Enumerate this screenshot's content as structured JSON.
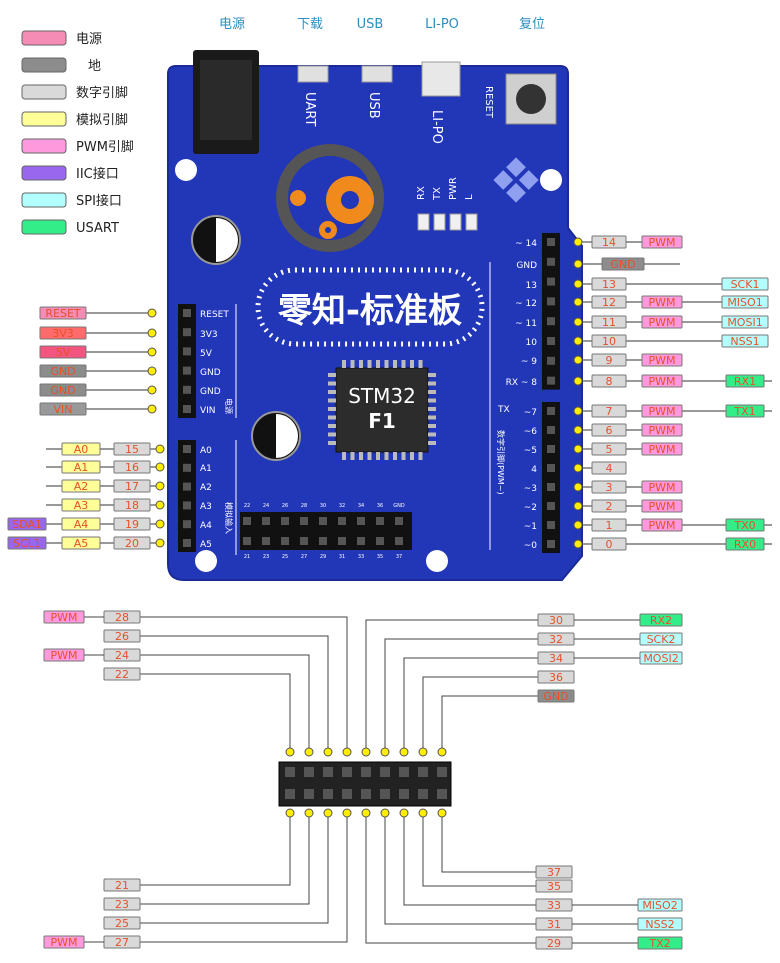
{
  "legend": [
    {
      "color": "#f58cb6",
      "label": "电源"
    },
    {
      "color": "#8c8c8c",
      "label": "地"
    },
    {
      "color": "#d9d9d9",
      "label": "数字引脚"
    },
    {
      "color": "#ffff99",
      "label": "模拟引脚"
    },
    {
      "color": "#ff99dd",
      "label": "PWM引脚"
    },
    {
      "color": "#9966ee",
      "label": "IIC接口"
    },
    {
      "color": "#b3ffff",
      "label": "SPI接口"
    },
    {
      "color": "#33ee88",
      "label": "USART"
    }
  ],
  "top_labels": [
    "电源",
    "下载",
    "USB",
    "LI-PO",
    "复位"
  ],
  "board": {
    "title": "零知-标准板",
    "chip_line1": "STM32",
    "chip_line2": "F1",
    "port_labels": [
      "UART",
      "USB",
      "LI-PO",
      "RESET"
    ],
    "led_labels": [
      "RX",
      "TX",
      "PWR",
      "L"
    ],
    "power_header_title": "电源",
    "analog_header_title": "模拟输入",
    "digital_header_title": "数字引脚(PWM~)",
    "power_pins": [
      "RESET",
      "3V3",
      "5V",
      "GND",
      "GND",
      "VIN"
    ],
    "analog_pins": [
      "A0",
      "A1",
      "A2",
      "A3",
      "A4",
      "A5"
    ],
    "right_pins": [
      "~ 14",
      "GND",
      "13",
      "~ 12",
      "~ 11",
      "10",
      "~ 9",
      "RX ~ 8",
      "~7",
      "~6",
      "~5",
      "4",
      "~3",
      "~2",
      "~1",
      "~0"
    ],
    "tx_label": "TX",
    "bottom_header_top": [
      "22",
      "24",
      "26",
      "28",
      "30",
      "32",
      "34",
      "36",
      "GND"
    ],
    "bottom_header_bottom": [
      "21",
      "23",
      "25",
      "27",
      "29",
      "31",
      "33",
      "35",
      "37"
    ]
  },
  "left_power_tags": [
    {
      "text": "RESET",
      "color": "#f58cb6"
    },
    {
      "text": "3V3",
      "color": "#ff6b6b"
    },
    {
      "text": "5V",
      "color": "#f25580"
    },
    {
      "text": "GND",
      "color": "#8c8c8c"
    },
    {
      "text": "GND",
      "color": "#8c8c8c"
    },
    {
      "text": "VIN",
      "color": "#999999"
    }
  ],
  "left_analog_rows": [
    {
      "num": "15",
      "a": "A0",
      "extra": ""
    },
    {
      "num": "16",
      "a": "A1",
      "extra": ""
    },
    {
      "num": "17",
      "a": "A2",
      "extra": ""
    },
    {
      "num": "18",
      "a": "A3",
      "extra": ""
    },
    {
      "num": "19",
      "a": "A4",
      "extra": "SDA1"
    },
    {
      "num": "20",
      "a": "A5",
      "extra": "SCL1"
    }
  ],
  "right_rows": [
    {
      "num": "14",
      "tags": [
        {
          "text": "PWM",
          "color": "#ff99dd"
        }
      ]
    },
    {
      "num": "",
      "tags": [
        {
          "text": "GND",
          "color": "#8c8c8c"
        }
      ]
    },
    {
      "num": "13",
      "tags": [
        {
          "text": "SCK1",
          "color": "#b3ffff",
          "col": "far"
        }
      ]
    },
    {
      "num": "12",
      "tags": [
        {
          "text": "PWM",
          "color": "#ff99dd"
        },
        {
          "text": "MISO1",
          "color": "#b3ffff",
          "col": "far"
        }
      ]
    },
    {
      "num": "11",
      "tags": [
        {
          "text": "PWM",
          "color": "#ff99dd"
        },
        {
          "text": "MOSI1",
          "color": "#b3ffff",
          "col": "far"
        }
      ]
    },
    {
      "num": "10",
      "tags": [
        {
          "text": "NSS1",
          "color": "#b3ffff",
          "col": "far"
        }
      ]
    },
    {
      "num": "9",
      "tags": [
        {
          "text": "PWM",
          "color": "#ff99dd"
        }
      ]
    },
    {
      "num": "8",
      "tags": [
        {
          "text": "PWM",
          "color": "#ff99dd"
        },
        {
          "text": "RX1",
          "color": "#33ee88",
          "col": "far2"
        }
      ]
    },
    {
      "num": "7",
      "tags": [
        {
          "text": "PWM",
          "color": "#ff99dd"
        },
        {
          "text": "TX1",
          "color": "#33ee88",
          "col": "far2"
        }
      ]
    },
    {
      "num": "6",
      "tags": [
        {
          "text": "PWM",
          "color": "#ff99dd"
        }
      ]
    },
    {
      "num": "5",
      "tags": [
        {
          "text": "PWM",
          "color": "#ff99dd"
        }
      ]
    },
    {
      "num": "4",
      "tags": []
    },
    {
      "num": "3",
      "tags": [
        {
          "text": "PWM",
          "color": "#ff99dd"
        }
      ]
    },
    {
      "num": "2",
      "tags": [
        {
          "text": "PWM",
          "color": "#ff99dd"
        }
      ]
    },
    {
      "num": "1",
      "tags": [
        {
          "text": "PWM",
          "color": "#ff99dd"
        },
        {
          "text": "TX0",
          "color": "#33ee88",
          "col": "far2"
        }
      ]
    },
    {
      "num": "0",
      "tags": [
        {
          "text": "RX0",
          "color": "#33ee88",
          "col": "far2"
        }
      ]
    }
  ],
  "ext_top_left": [
    {
      "num": "28",
      "tag": {
        "text": "PWM",
        "color": "#ff99dd"
      }
    },
    {
      "num": "26",
      "tag": null
    },
    {
      "num": "24",
      "tag": {
        "text": "PWM",
        "color": "#ff99dd"
      }
    },
    {
      "num": "22",
      "tag": null
    }
  ],
  "ext_top_right": [
    {
      "num": "30",
      "tag": {
        "text": "RX2",
        "color": "#33ee88"
      }
    },
    {
      "num": "32",
      "tag": {
        "text": "SCK2",
        "color": "#b3ffff"
      }
    },
    {
      "num": "34",
      "tag": {
        "text": "MOSI2",
        "color": "#b3ffff"
      }
    },
    {
      "num": "36",
      "tag": null
    },
    {
      "num": "GND",
      "tag": null,
      "gray": true
    }
  ],
  "ext_bottom_left": [
    {
      "num": "21",
      "tag": null
    },
    {
      "num": "23",
      "tag": null
    },
    {
      "num": "25",
      "tag": null
    },
    {
      "num": "27",
      "tag": {
        "text": "PWM",
        "color": "#ff99dd"
      }
    }
  ],
  "ext_bottom_right": [
    {
      "num": "37",
      "tag": null
    },
    {
      "num": "35",
      "tag": null
    },
    {
      "num": "33",
      "tag": {
        "text": "MISO2",
        "color": "#b3ffff"
      }
    },
    {
      "num": "31",
      "tag": {
        "text": "NSS2",
        "color": "#b3ffff"
      }
    },
    {
      "num": "29",
      "tag": {
        "text": "TX2",
        "color": "#33ee88"
      }
    }
  ]
}
